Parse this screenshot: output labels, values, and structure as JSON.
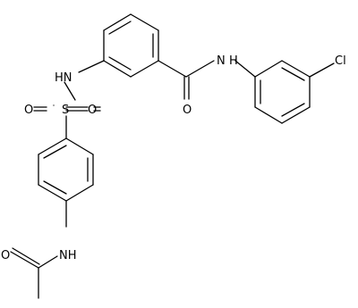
{
  "atoms": {
    "nh_sulfonamide": "HN",
    "s": "S",
    "o_sulfonyl_left": "O",
    "o_sulfonyl_right": "O",
    "nh_amide": "N",
    "nh_amide_h": "H",
    "o_amide": "O",
    "cl": "Cl",
    "nh_acetamide": "NH",
    "o_acetyl": "O"
  }
}
